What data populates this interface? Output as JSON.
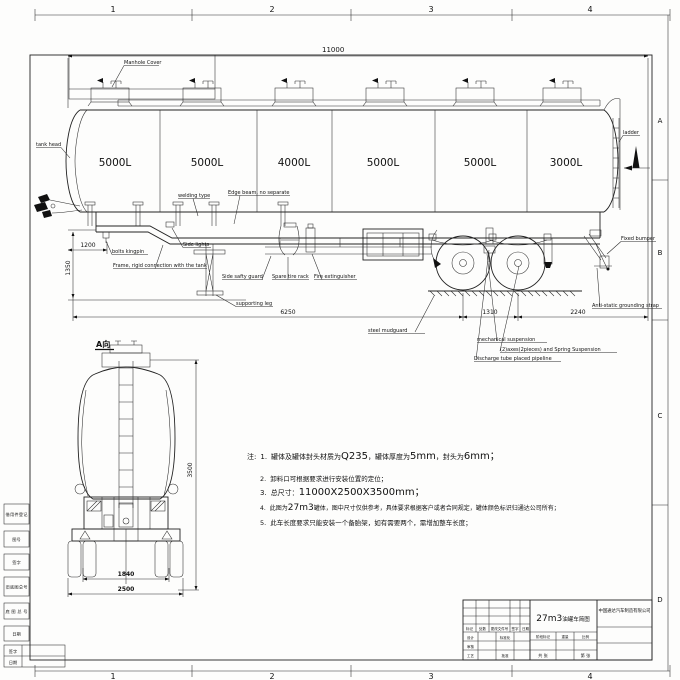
{
  "border": {
    "cols": [
      "1",
      "2",
      "3",
      "4"
    ],
    "rows": [
      "A",
      "B",
      "C",
      "D"
    ]
  },
  "side": {
    "dims": {
      "overall": "11000",
      "d1200": "1200",
      "d1350": "1350",
      "d6250": "6250",
      "d1310": "1310",
      "d2240": "2240"
    },
    "compartments": [
      "5000L",
      "5000L",
      "4000L",
      "5000L",
      "5000L",
      "3000L"
    ],
    "labels": {
      "manhole_cover": "Manhole Cover",
      "tank_head": "tank head",
      "welding_type": "welding type",
      "edge_beam": "Edge beam, no separate",
      "side_lights": "Side lights",
      "bolts_kingpin": "bolts kingpin",
      "frame_connection": "Frame, rigid connection with the tank",
      "side_guard": "Side safty guard",
      "spare_tire": "Spare tire rack",
      "fire_ext": "Fire extinguisher",
      "supporting_leg": "supporting leg",
      "ladder": "ladder",
      "fixed_bumper": "Fixed bumper",
      "grounding_strap": "Anti-static grounding strap",
      "steel_mudguard": "steel mudguard",
      "mech_suspension": "mechanical suspension",
      "axles_spring": "(2)axes(2pieces) and Spring Suspension",
      "discharge": "Discharge tube placed pipeline"
    }
  },
  "rear": {
    "title": "A向",
    "dims": {
      "h": "3500",
      "track": "1840",
      "width": "2500"
    }
  },
  "notes": {
    "prefix": "注:",
    "n1": {
      "no": "1.",
      "s1": "罐体及罐体封头材质为",
      "s2": "Q235",
      "s3": "，罐体厚度为",
      "s4": "5mm",
      "s5": "，封头为",
      "s6": "6mm；"
    },
    "n2": {
      "no": "2.",
      "text": "卸料口可根据要求进行安装位置的定位；"
    },
    "n3": {
      "no": "3.",
      "s1": "总尺寸：",
      "s2": "11000X2500X3500mm；"
    },
    "n4": {
      "no": "4.",
      "s1": "此图为",
      "s2": "27m3",
      "s3": "罐体，图中尺寸仅供参考，具体要求根据客户或者合同规定，罐体颜色标识归通达公司所有；"
    },
    "n5": {
      "no": "5.",
      "text": "此车长度要求只能安装一个备胎架，如有需要两个，需增加整车长度；"
    }
  },
  "tb": {
    "title_num": "27m3",
    "title_cn": "油罐车简图",
    "company": "中国通达汽车制造有限公司",
    "mark": "标记",
    "count": "处数",
    "doc": "更改文件号",
    "sign": "签字",
    "date": "日期",
    "design": "设计",
    "standard": "标准化",
    "audit": "审核",
    "process": "工艺",
    "approve": "批准",
    "stage": "阶段标记",
    "weight": "重量",
    "scale": "比例",
    "sheets": "共 张",
    "page": "第 张"
  },
  "margin": {
    "boxes": [
      "借用件登记",
      "图号",
      "签字",
      "旧底图总号",
      "底图总号",
      "日期"
    ],
    "sign": "签字",
    "date": "日期"
  }
}
